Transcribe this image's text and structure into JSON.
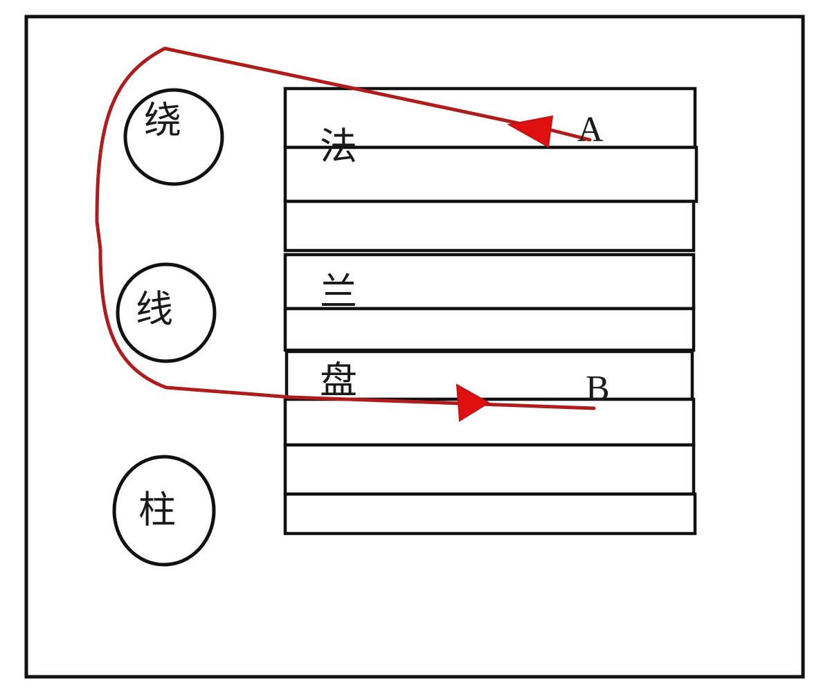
{
  "colors": {
    "background": "#ffffff",
    "outline": "#111111",
    "route": "#b01c1c",
    "arrow": "#e01010"
  },
  "posts": {
    "labels": [
      "绕",
      "线",
      "柱"
    ]
  },
  "flange": {
    "chars": [
      "法",
      "兰",
      "盘"
    ],
    "strip_count": 9
  },
  "points": {
    "a": "A",
    "b": "B"
  }
}
